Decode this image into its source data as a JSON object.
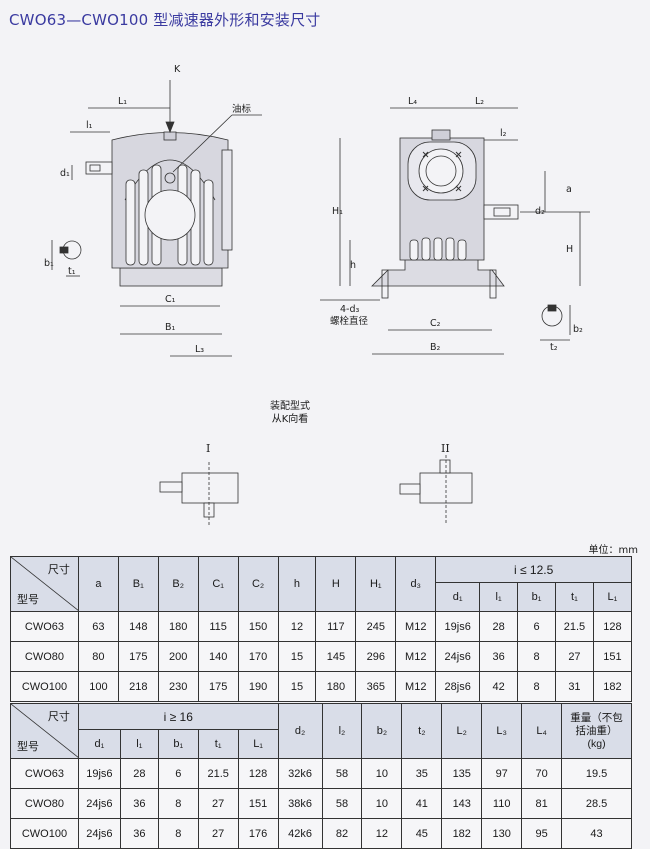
{
  "page": {
    "title": "CWO63—CWO100 型减速器外形和安装尺寸",
    "assembly_title": "装配型式",
    "assembly_subtitle": "从K向看",
    "unit_label": "单位：mm"
  },
  "drawing_labels": {
    "k": "K",
    "oil_mark": "油标",
    "L1": "L₁",
    "l1": "l₁",
    "d1": "d₁",
    "b1": "b₁",
    "t1": "t₁",
    "C1": "C₁",
    "B1": "B₁",
    "L3": "L₃",
    "L4": "L₄",
    "L2": "L₂",
    "l2": "l₂",
    "a": "a",
    "d2": "d₂",
    "H1": "H₁",
    "H": "H",
    "h": "h",
    "bolt_spec": "4-d₃",
    "bolt_note": "螺栓直径",
    "C2": "C₂",
    "B2": "B₂",
    "b2": "b₂",
    "t2": "t₂",
    "type_1": "I",
    "type_2": "II"
  },
  "table1": {
    "size_label": "尺寸",
    "model_label": "型号",
    "columns": [
      "a",
      "B₁",
      "B₂",
      "C₁",
      "C₂",
      "h",
      "H",
      "H₁",
      "d₃"
    ],
    "group_label": "i ≤ 12.5",
    "group_columns": [
      "d₁",
      "l₁",
      "b₁",
      "t₁",
      "L₁"
    ],
    "rows": [
      {
        "model": "CWO63",
        "cells": [
          "63",
          "148",
          "180",
          "115",
          "150",
          "12",
          "117",
          "245",
          "M12",
          "19js6",
          "28",
          "6",
          "21.5",
          "128"
        ]
      },
      {
        "model": "CWO80",
        "cells": [
          "80",
          "175",
          "200",
          "140",
          "170",
          "15",
          "145",
          "296",
          "M12",
          "24js6",
          "36",
          "8",
          "27",
          "151"
        ]
      },
      {
        "model": "CWO100",
        "cells": [
          "100",
          "218",
          "230",
          "175",
          "190",
          "15",
          "180",
          "365",
          "M12",
          "28js6",
          "42",
          "8",
          "31",
          "182"
        ]
      }
    ]
  },
  "table2": {
    "size_label": "尺寸",
    "model_label": "型号",
    "group_label": "i ≥ 16",
    "group_columns": [
      "d₁",
      "l₁",
      "b₁",
      "t₁",
      "L₁"
    ],
    "columns": [
      "d₂",
      "l₂",
      "b₂",
      "t₂",
      "L₂",
      "L₃",
      "L₄"
    ],
    "weight_label_1": "重量（不包",
    "weight_label_2": "括油重）",
    "weight_label_3": "(kg)",
    "rows": [
      {
        "model": "CWO63",
        "cells": [
          "19js6",
          "28",
          "6",
          "21.5",
          "128",
          "32k6",
          "58",
          "10",
          "35",
          "135",
          "97",
          "70",
          "19.5"
        ]
      },
      {
        "model": "CWO80",
        "cells": [
          "24js6",
          "36",
          "8",
          "27",
          "151",
          "38k6",
          "58",
          "10",
          "41",
          "143",
          "110",
          "81",
          "28.5"
        ]
      },
      {
        "model": "CWO100",
        "cells": [
          "24js6",
          "36",
          "8",
          "27",
          "176",
          "42k6",
          "82",
          "12",
          "45",
          "182",
          "130",
          "95",
          "43"
        ]
      }
    ]
  },
  "colors": {
    "title": "#3a3aa0",
    "header_fill": "#d9dde8",
    "line": "#333333"
  }
}
